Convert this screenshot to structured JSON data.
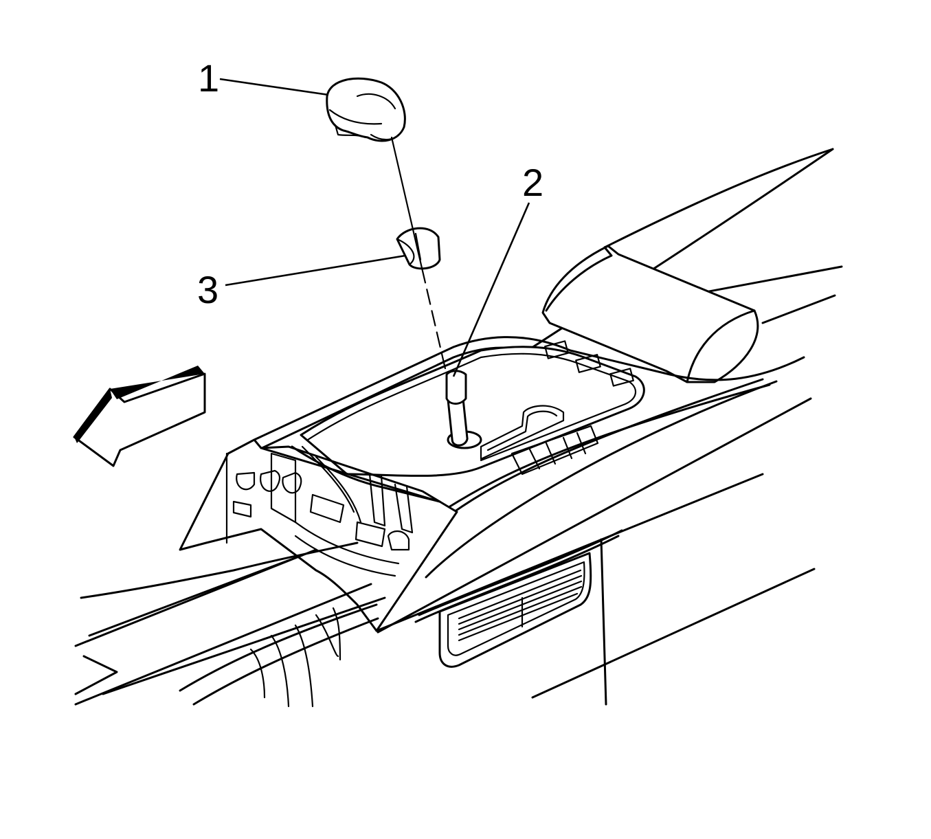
{
  "callouts": {
    "c1": "1",
    "c2": "2",
    "c3": "3"
  },
  "icons": {
    "direction_arrow": "front-direction-arrow-icon"
  }
}
